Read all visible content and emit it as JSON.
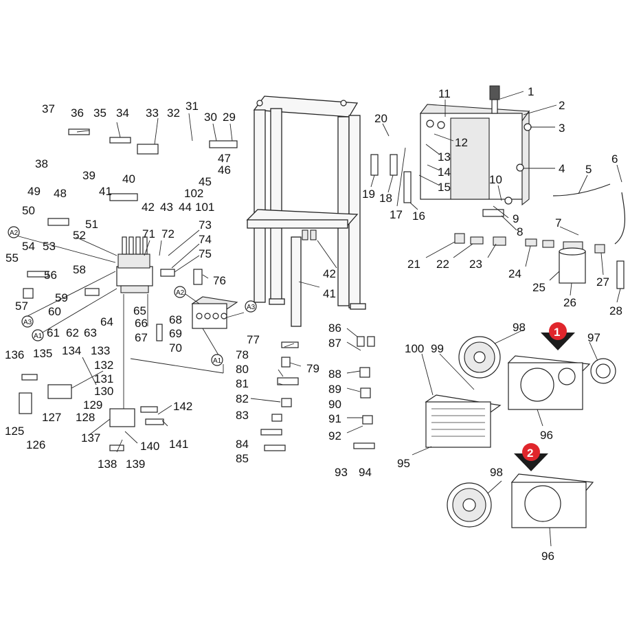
{
  "labels": [
    "1",
    "2",
    "3",
    "4",
    "5",
    "6",
    "7",
    "8",
    "9",
    "10",
    "11",
    "12",
    "13",
    "14",
    "15",
    "16",
    "17",
    "18",
    "19",
    "20",
    "21",
    "22",
    "23",
    "24",
    "25",
    "26",
    "27",
    "28",
    "29",
    "30",
    "31",
    "32",
    "33",
    "34",
    "35",
    "36",
    "37",
    "38",
    "39",
    "40",
    "41",
    "42",
    "43",
    "44",
    "45",
    "46",
    "47",
    "48",
    "49",
    "50",
    "51",
    "52",
    "53",
    "54",
    "55",
    "56",
    "57",
    "58",
    "59",
    "60",
    "61",
    "62",
    "63",
    "64",
    "65",
    "66",
    "67",
    "68",
    "69",
    "70",
    "71",
    "72",
    "73",
    "74",
    "75",
    "76",
    "77",
    "78",
    "79",
    "80",
    "81",
    "82",
    "83",
    "84",
    "85",
    "86",
    "87",
    "88",
    "89",
    "90",
    "91",
    "92",
    "93",
    "94",
    "95",
    "96",
    "97",
    "98",
    "99",
    "100",
    "101",
    "102",
    "125",
    "126",
    "127",
    "128",
    "129",
    "130",
    "131",
    "132",
    "133",
    "134",
    "135",
    "136",
    "137",
    "138",
    "139",
    "140",
    "141",
    "142"
  ],
  "frame_label_42": "42",
  "connector_tags": [
    "A1",
    "A2",
    "A3"
  ],
  "variant_badges": [
    "1",
    "2"
  ],
  "colors": {
    "badge_red": "#e0262c",
    "arrow_dark": "#1c1c1c",
    "line": "#222222"
  }
}
